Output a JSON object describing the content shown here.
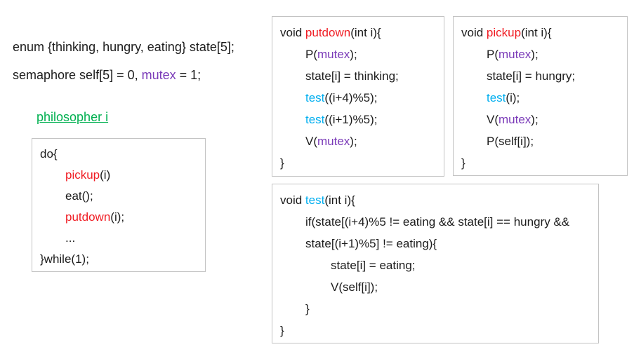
{
  "colors": {
    "black": "#1c1c1c",
    "red": "#f01c23",
    "purple": "#7a3ab8",
    "cyan": "#00aeef",
    "green": "#00b050",
    "border": "#c3c3c3"
  },
  "header": {
    "enum_line": {
      "lines": [
        {
          "indent": 0,
          "segs": [
            {
              "t": "enum {thinking, hungry, eating} state[5];",
              "c": "black"
            }
          ]
        }
      ]
    },
    "semaphore_line": {
      "lines": [
        {
          "indent": 0,
          "segs": [
            {
              "t": "semaphore self[5] = 0, ",
              "c": "black"
            },
            {
              "t": "mutex",
              "c": "purple"
            },
            {
              "t": " = 1;",
              "c": "black"
            }
          ]
        }
      ]
    },
    "philosopher_label": "philosopher i"
  },
  "boxes": {
    "philosopher": {
      "name": "philosopher loop",
      "lines": [
        {
          "indent": 0,
          "segs": [
            {
              "t": "do{",
              "c": "black"
            }
          ]
        },
        {
          "indent": 1,
          "segs": [
            {
              "t": "pickup",
              "c": "red"
            },
            {
              "t": "(i)",
              "c": "black"
            }
          ]
        },
        {
          "indent": 1,
          "segs": [
            {
              "t": "eat();",
              "c": "black"
            }
          ]
        },
        {
          "indent": 1,
          "segs": [
            {
              "t": "putdown",
              "c": "red"
            },
            {
              "t": "(i);",
              "c": "black"
            }
          ]
        },
        {
          "indent": 1,
          "segs": [
            {
              "t": "...",
              "c": "black"
            }
          ]
        },
        {
          "indent": 0,
          "segs": [
            {
              "t": "}while(1);",
              "c": "black"
            }
          ]
        }
      ]
    },
    "putdown": {
      "name": "putdown function",
      "lines": [
        {
          "indent": 0,
          "segs": [
            {
              "t": "void ",
              "c": "black"
            },
            {
              "t": "putdown",
              "c": "red"
            },
            {
              "t": "(int i){",
              "c": "black"
            }
          ]
        },
        {
          "indent": 1,
          "segs": [
            {
              "t": "P(",
              "c": "black"
            },
            {
              "t": "mutex",
              "c": "purple"
            },
            {
              "t": ");",
              "c": "black"
            }
          ]
        },
        {
          "indent": 1,
          "segs": [
            {
              "t": "state[i] = thinking;",
              "c": "black"
            }
          ]
        },
        {
          "indent": 1,
          "segs": [
            {
              "t": "test",
              "c": "cyan"
            },
            {
              "t": "((i+4)%5);",
              "c": "black"
            }
          ]
        },
        {
          "indent": 1,
          "segs": [
            {
              "t": "test",
              "c": "cyan"
            },
            {
              "t": "((i+1)%5);",
              "c": "black"
            }
          ]
        },
        {
          "indent": 1,
          "segs": [
            {
              "t": "V(",
              "c": "black"
            },
            {
              "t": "mutex",
              "c": "purple"
            },
            {
              "t": ");",
              "c": "black"
            }
          ]
        },
        {
          "indent": 0,
          "segs": [
            {
              "t": "}",
              "c": "black"
            }
          ]
        }
      ]
    },
    "pickup": {
      "name": "pickup function",
      "lines": [
        {
          "indent": 0,
          "segs": [
            {
              "t": "void ",
              "c": "black"
            },
            {
              "t": "pickup",
              "c": "red"
            },
            {
              "t": "(int i){",
              "c": "black"
            }
          ]
        },
        {
          "indent": 1,
          "segs": [
            {
              "t": "P(",
              "c": "black"
            },
            {
              "t": "mutex",
              "c": "purple"
            },
            {
              "t": ");",
              "c": "black"
            }
          ]
        },
        {
          "indent": 1,
          "segs": [
            {
              "t": "state[i] = hungry;",
              "c": "black"
            }
          ]
        },
        {
          "indent": 1,
          "segs": [
            {
              "t": "test",
              "c": "cyan"
            },
            {
              "t": "(i);",
              "c": "black"
            }
          ]
        },
        {
          "indent": 1,
          "segs": [
            {
              "t": "V(",
              "c": "black"
            },
            {
              "t": "mutex",
              "c": "purple"
            },
            {
              "t": ");",
              "c": "black"
            }
          ]
        },
        {
          "indent": 1,
          "segs": [
            {
              "t": "P(self[i]);",
              "c": "black"
            }
          ]
        },
        {
          "indent": 0,
          "segs": [
            {
              "t": "}",
              "c": "black"
            }
          ]
        }
      ]
    },
    "test": {
      "name": "test function",
      "lines": [
        {
          "indent": 0,
          "segs": [
            {
              "t": "void ",
              "c": "black"
            },
            {
              "t": "test",
              "c": "cyan"
            },
            {
              "t": "(int i){",
              "c": "black"
            }
          ]
        },
        {
          "indent": 1,
          "segs": [
            {
              "t": "if(state[(i+4)%5 != eating && state[i] == hungry &&",
              "c": "black"
            }
          ]
        },
        {
          "indent": 1,
          "segs": [
            {
              "t": "state[(i+1)%5] != eating){",
              "c": "black"
            }
          ]
        },
        {
          "indent": 2,
          "segs": [
            {
              "t": "state[i] = eating;",
              "c": "black"
            }
          ]
        },
        {
          "indent": 2,
          "segs": [
            {
              "t": "V(self[i]);",
              "c": "black"
            }
          ]
        },
        {
          "indent": 1,
          "segs": [
            {
              "t": "}",
              "c": "black"
            }
          ]
        },
        {
          "indent": 0,
          "segs": [
            {
              "t": "}",
              "c": "black"
            }
          ]
        }
      ]
    }
  }
}
